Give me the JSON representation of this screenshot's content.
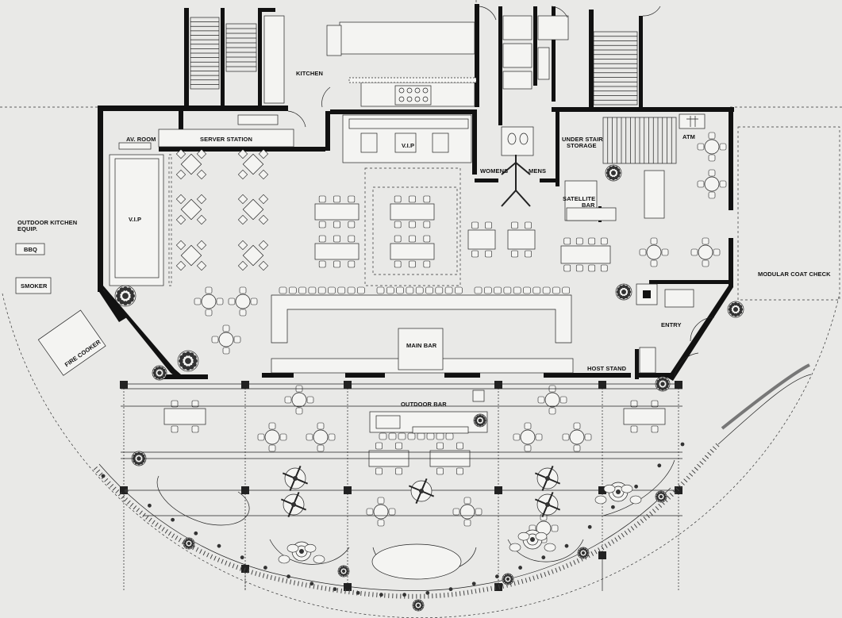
{
  "labels": {
    "kitchen": "KITCHEN",
    "av_room": "AV. ROOM",
    "server_station": "SERVER STATION",
    "vip_top": "V.I.P",
    "vip_left": "V.I.P",
    "womens": "WOMENS",
    "mens": "MENS",
    "under_stair_storage_1": "UNDER STAIR",
    "under_stair_storage_2": "STORAGE",
    "satellite_bar_1": "SATELLITE",
    "satellite_bar_2": "BAR",
    "atm": "ATM",
    "outdoor_kitchen_1": "OUTDOOR KITCHEN",
    "outdoor_kitchen_2": "EQUIP.",
    "bbq": "BBQ",
    "smoker": "SMOKER",
    "fire_cooker": "FIRE COOKER",
    "modular_coat_check": "MODULAR COAT CHECK",
    "entry": "ENTRY",
    "main_bar": "MAIN BAR",
    "host_stand": "HOST STAND",
    "outdoor_bar": "OUTDOOR BAR"
  },
  "icons": [
    "door-swing",
    "stair",
    "tree",
    "fire-pit",
    "ceiling-fan",
    "column"
  ],
  "colors": {
    "background": "#e9e9e7",
    "wall": "#111111",
    "line": "#222222"
  }
}
